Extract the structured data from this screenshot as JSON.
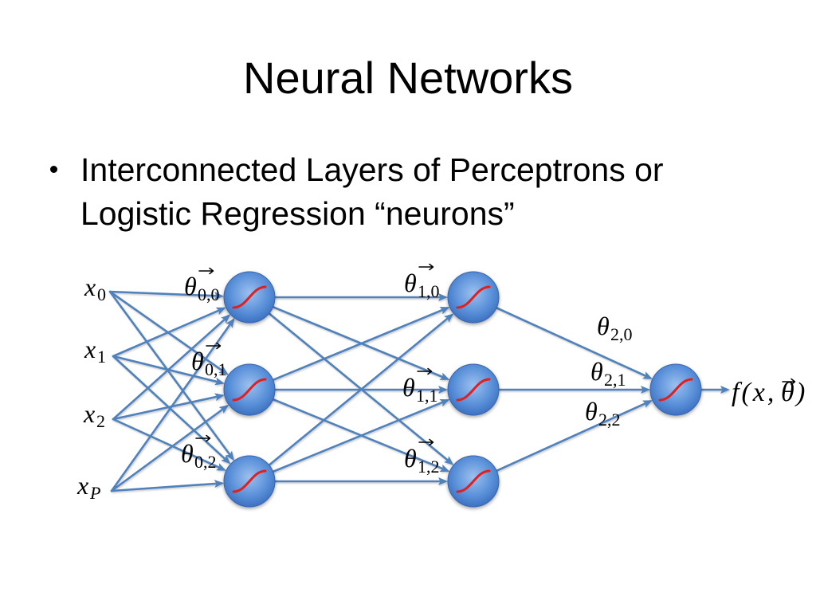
{
  "slide": {
    "title": "Neural Networks",
    "bullets": [
      "Interconnected Layers of Perceptrons or Logistic Regression “neurons”"
    ]
  },
  "diagram": {
    "inputs": [
      {
        "base": "x",
        "sub": "0"
      },
      {
        "base": "x",
        "sub": "1"
      },
      {
        "base": "x",
        "sub": "2"
      },
      {
        "base": "x",
        "sub": "P"
      }
    ],
    "layer1_weights": [
      {
        "base": "θ",
        "sub": "0,0",
        "vec": true
      },
      {
        "base": "θ",
        "sub": "0,1",
        "vec": true
      },
      {
        "base": "θ",
        "sub": "0,2",
        "vec": true
      }
    ],
    "layer2_weights": [
      {
        "base": "θ",
        "sub": "1,0",
        "vec": true
      },
      {
        "base": "θ",
        "sub": "1,1",
        "vec": true
      },
      {
        "base": "θ",
        "sub": "1,2",
        "vec": true
      }
    ],
    "output_weights": [
      {
        "base": "θ",
        "sub": "2,0",
        "vec": false
      },
      {
        "base": "θ",
        "sub": "2,1",
        "vec": false
      },
      {
        "base": "θ",
        "sub": "2,2",
        "vec": false
      }
    ],
    "output": {
      "prefix": "f(x,",
      "base": "θ",
      "suffix": ")",
      "vec": true
    },
    "neuron_icon": "sigmoid-icon",
    "colors": {
      "edge": "#4f81bd",
      "neuron_light": "#9cc0ef",
      "neuron_mid": "#5c92da",
      "neuron_dark": "#3a6ebf",
      "neuron_rim": "#3766b0",
      "sigmoid": "#e01f1f"
    }
  }
}
